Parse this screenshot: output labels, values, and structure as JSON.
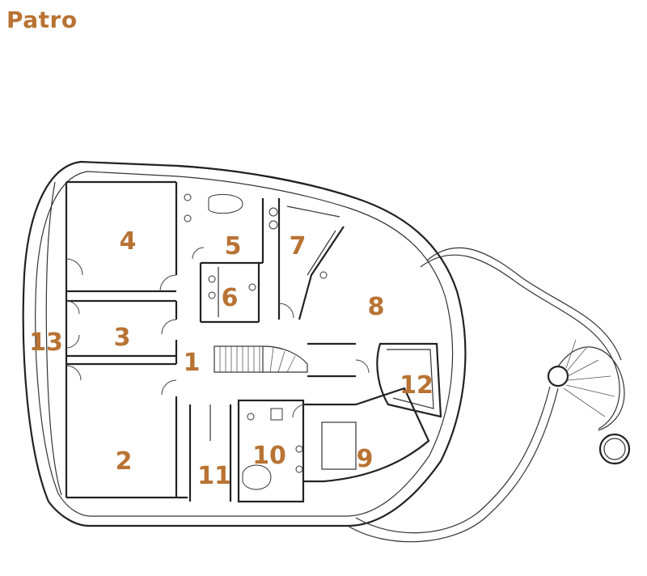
{
  "title": "Patro",
  "colors": {
    "accent": "#b87333",
    "line": "#222222",
    "background": "#ffffff"
  },
  "rooms": [
    {
      "id": "1",
      "label": "1"
    },
    {
      "id": "2",
      "label": "2"
    },
    {
      "id": "3",
      "label": "3"
    },
    {
      "id": "4",
      "label": "4"
    },
    {
      "id": "5",
      "label": "5"
    },
    {
      "id": "6",
      "label": "6"
    },
    {
      "id": "7",
      "label": "7"
    },
    {
      "id": "8",
      "label": "8"
    },
    {
      "id": "9",
      "label": "9"
    },
    {
      "id": "10",
      "label": "10"
    },
    {
      "id": "11",
      "label": "11"
    },
    {
      "id": "12",
      "label": "12"
    },
    {
      "id": "13",
      "label": "13"
    }
  ]
}
